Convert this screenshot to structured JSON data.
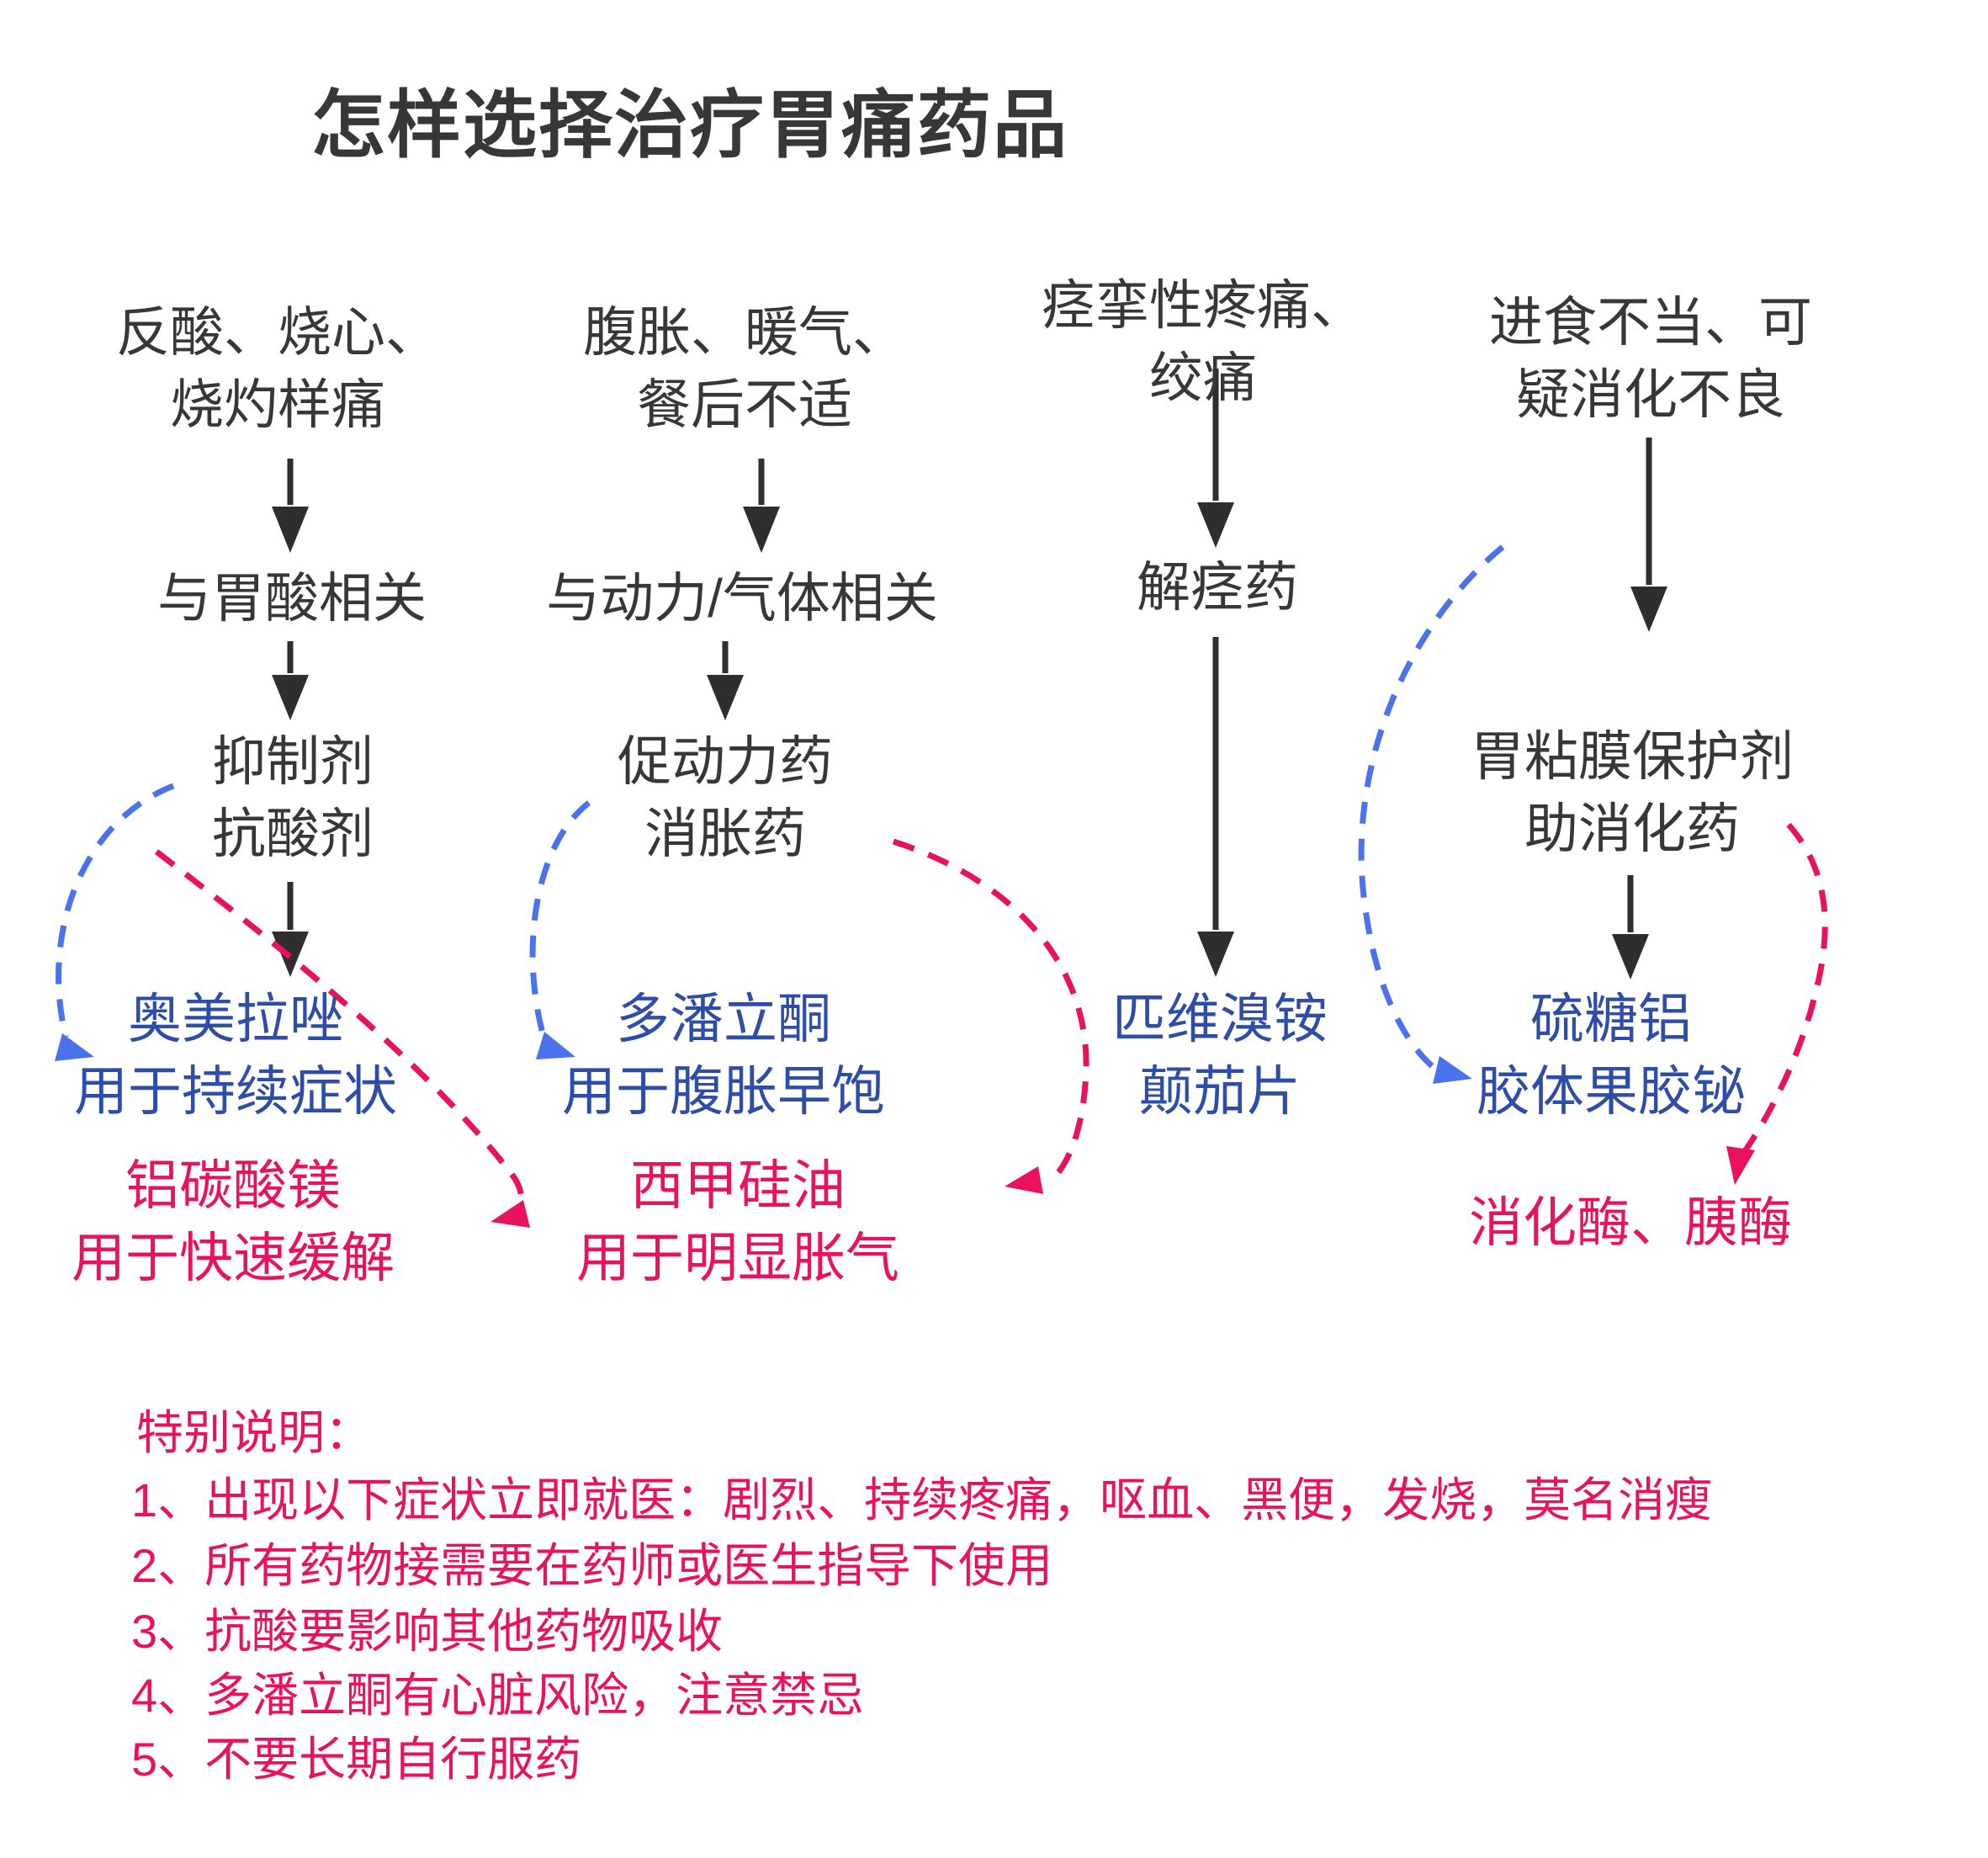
{
  "title": "怎样选择治疗胃痛药品",
  "colors": {
    "dark_text": "#37373A",
    "blue_text": "#2D4DA8",
    "blue_arrow": "#4A72EC",
    "pink": "#E8125F"
  },
  "columns": [
    {
      "id": "acid",
      "symptom_lines": [
        "反酸、烧心、",
        "烧灼样痛"
      ],
      "relation": "与胃酸相关",
      "category_lines": [
        "抑制剂",
        "抗酸剂"
      ],
      "primary_lines": [
        "奥美拉唑",
        "用于持续症状"
      ],
      "secondary_lines": [
        "铝碳酸镁",
        "用于快速缓解"
      ]
    },
    {
      "id": "motility-gas",
      "symptom_lines": [
        "腹胀、暖气、",
        "餐后不适"
      ],
      "relation": "与动力/气体相关",
      "category_lines": [
        "促动力药",
        "消胀药"
      ],
      "primary_lines": [
        "多潘立酮",
        "用于腹胀早饱"
      ],
      "secondary_lines": [
        "西甲硅油",
        "用于明显胀气"
      ]
    },
    {
      "id": "spasm",
      "symptom_lines": [
        "痉挛性疼痛、",
        "绞痛"
      ],
      "category_lines": [
        "解痉药"
      ],
      "primary_lines": [
        "匹维溴铵",
        "颠茄片"
      ]
    },
    {
      "id": "indigestion",
      "symptom_lines": [
        "进食不当、可",
        "疑消化不良"
      ],
      "category_lines": [
        "胃粘膜保护剂",
        "助消化药"
      ],
      "primary_lines": [
        "硫糖铝",
        "胶体果胶铋"
      ],
      "secondary_lines": [
        "消化酶、胰酶"
      ]
    }
  ],
  "notes": {
    "heading": "特别说明：",
    "items": [
      "1、出现以下症状立即就医：剧烈、持续疼痛，呕血、黑便，发烧，莫名消瘦",
      "2、所有药物接需要在药师或医生指导下使用",
      "3、抗酸要影响其他药物吸收",
      "4、多潘立酮有心脏风险，注意禁忌",
      "5、不要长期自行服药"
    ]
  }
}
